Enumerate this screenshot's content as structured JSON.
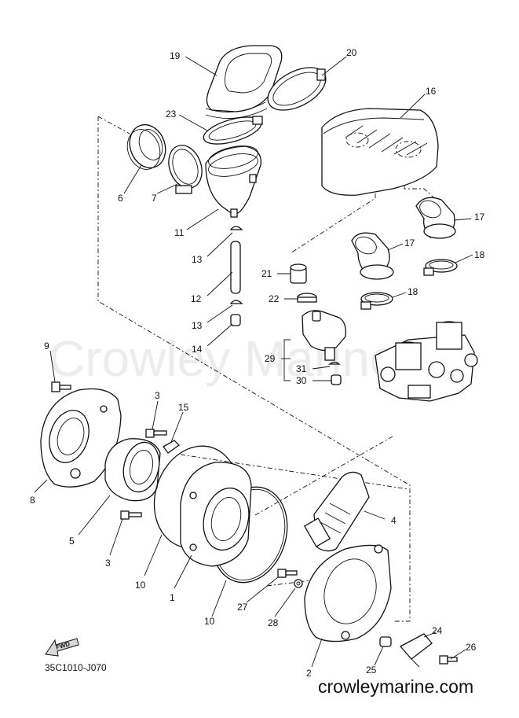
{
  "watermark": "Crowley Marine",
  "diagram_code": "35C1010-J070",
  "fwd_label": "FWD",
  "brand_url": "crowleymarine.com",
  "callouts": [
    {
      "id": "c19",
      "text": "19"
    },
    {
      "id": "c20",
      "text": "20"
    },
    {
      "id": "c16",
      "text": "16"
    },
    {
      "id": "c23",
      "text": "23"
    },
    {
      "id": "c6",
      "text": "6"
    },
    {
      "id": "c7",
      "text": "7"
    },
    {
      "id": "c11",
      "text": "11"
    },
    {
      "id": "c13a",
      "text": "13"
    },
    {
      "id": "c12",
      "text": "12"
    },
    {
      "id": "c13b",
      "text": "13"
    },
    {
      "id": "c14",
      "text": "14"
    },
    {
      "id": "c17a",
      "text": "17"
    },
    {
      "id": "c17b",
      "text": "17"
    },
    {
      "id": "c18a",
      "text": "18"
    },
    {
      "id": "c18b",
      "text": "18"
    },
    {
      "id": "c21",
      "text": "21"
    },
    {
      "id": "c22",
      "text": "22"
    },
    {
      "id": "c29",
      "text": "29"
    },
    {
      "id": "c31",
      "text": "31"
    },
    {
      "id": "c30",
      "text": "30"
    },
    {
      "id": "c9",
      "text": "9"
    },
    {
      "id": "c3a",
      "text": "3"
    },
    {
      "id": "c15",
      "text": "15"
    },
    {
      "id": "c8",
      "text": "8"
    },
    {
      "id": "c5",
      "text": "5"
    },
    {
      "id": "c3b",
      "text": "3"
    },
    {
      "id": "c4",
      "text": "4"
    },
    {
      "id": "c10a",
      "text": "10"
    },
    {
      "id": "c1",
      "text": "1"
    },
    {
      "id": "c10b",
      "text": "10"
    },
    {
      "id": "c27",
      "text": "27"
    },
    {
      "id": "c28",
      "text": "28"
    },
    {
      "id": "c24",
      "text": "24"
    },
    {
      "id": "c26",
      "text": "26"
    },
    {
      "id": "c25",
      "text": "25"
    },
    {
      "id": "c2",
      "text": "2"
    }
  ]
}
